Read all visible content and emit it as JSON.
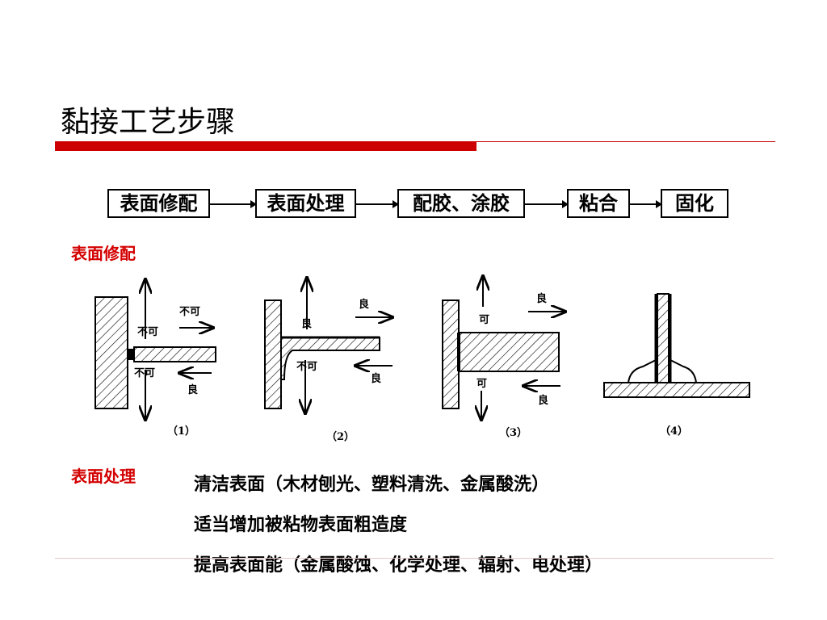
{
  "title": "黏接工艺步骤",
  "flow": {
    "steps": [
      "表面修配",
      "表面处理",
      "配胶、涂胶",
      "粘合",
      "固化"
    ]
  },
  "section1": {
    "label": "表面修配",
    "figures": {
      "f1": {
        "caption": "（1）",
        "labels": [
          "不可",
          "不可",
          "不可",
          "良"
        ]
      },
      "f2": {
        "caption": "（2）",
        "labels": [
          "良",
          "良",
          "不可",
          "良"
        ]
      },
      "f3": {
        "caption": "（3）",
        "labels": [
          "良",
          "可",
          "可",
          "良"
        ]
      },
      "f4": {
        "caption": "（4）"
      }
    }
  },
  "section2": {
    "label": "表面处理",
    "items": [
      "清洁表面（木材刨光、塑料清洗、金属酸洗）",
      "适当增加被粘物表面粗造度",
      "提高表面能（金属酸蚀、化学处理、辐射、电处理）"
    ]
  },
  "colors": {
    "accent": "#cc0000",
    "label": "#d40000"
  }
}
